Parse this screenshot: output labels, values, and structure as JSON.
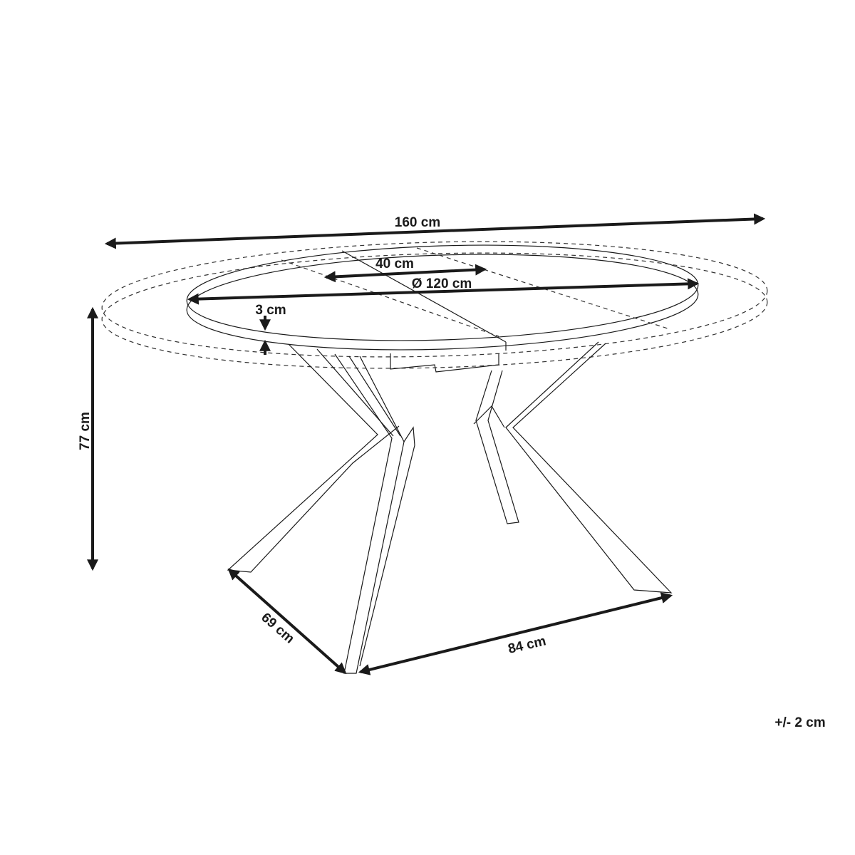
{
  "dimensions": {
    "extended_length": "160 cm",
    "extension_leaf": "40 cm",
    "diameter": "Ø 120 cm",
    "top_thickness": "3 cm",
    "height": "77 cm",
    "base_depth": "69 cm",
    "base_width": "84 cm",
    "tolerance": "+/- 2 cm"
  },
  "colors": {
    "line": "#1a1a1a",
    "background": "#ffffff"
  }
}
